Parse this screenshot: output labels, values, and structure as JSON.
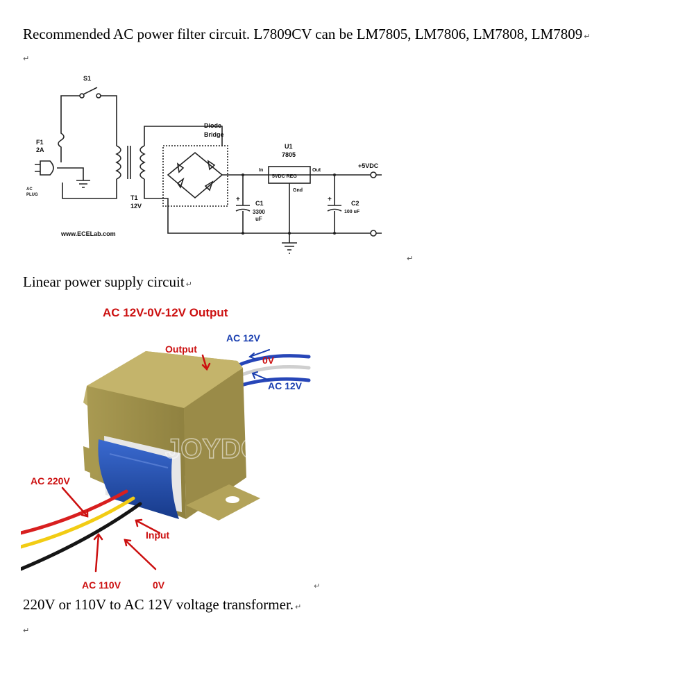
{
  "doc": {
    "line1": "Recommended AC power filter circuit.    L7809CV can be LM7805, LM7806, LM7808, LM7809",
    "line2": "Linear power supply circuit",
    "line3": "220V or 110V to AC 12V voltage transformer.",
    "return_mark": "↵"
  },
  "schematic": {
    "switch": "S1",
    "fuse": "F1",
    "fuse_rating": "2A",
    "plug_line1": "AC",
    "plug_line2": "PLUG",
    "transformer": "T1",
    "transformer_voltage": "12V",
    "bridge_line1": "Diode",
    "bridge_line2": "Bridge",
    "regulator_ref": "U1",
    "regulator_part": "7805",
    "regulator_label": "5VDC REG",
    "pin_in": "In",
    "pin_out": "Out",
    "pin_gnd": "Gnd",
    "c1_ref": "C1",
    "c1_value1": "3300",
    "c1_value2": "uF",
    "c2_ref": "C2",
    "c2_value": "100 uF",
    "output_label": "+5VDC",
    "website": "www.ECELab.com",
    "plus": "+"
  },
  "photo": {
    "title": "AC 12V-0V-12V Output",
    "output": "Output",
    "ac12_top": "AC 12V",
    "zero_top": "0V",
    "ac12_bottom": "AC 12V",
    "ac220": "AC 220V",
    "input": "Input",
    "ac110": "AC 110V",
    "zero_bottom": "0V",
    "watermark": "JOYDO"
  },
  "colors": {
    "label_red": "#cc1010",
    "label_blue": "#1a3fb0",
    "wire_blue": "#2746b8",
    "wire_red": "#d81f1f",
    "wire_yellow": "#f2cc14",
    "wire_black": "#151515",
    "transformer_frame": "#b3a35a",
    "coil_blue": "#1f4fae"
  }
}
